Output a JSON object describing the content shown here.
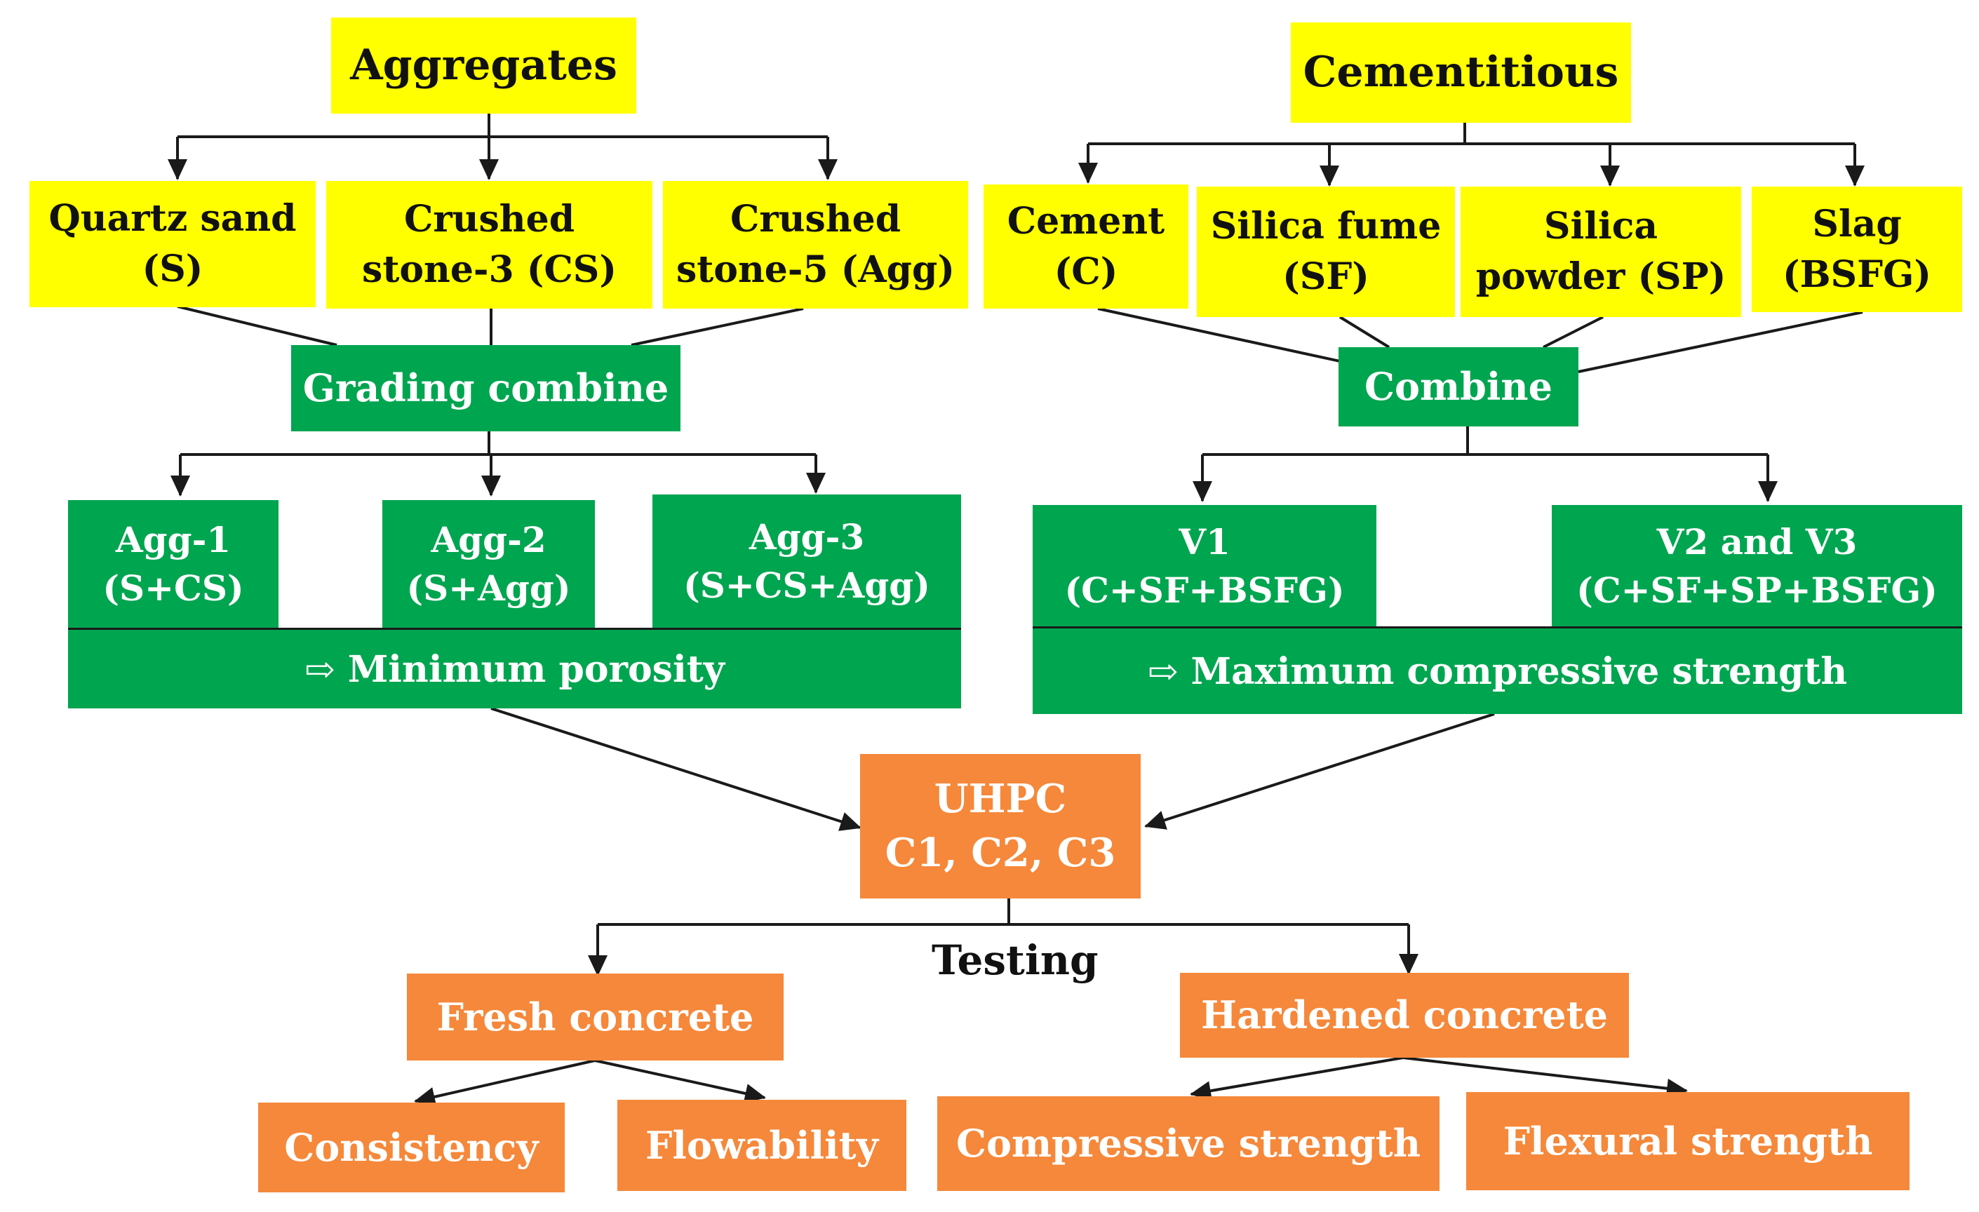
{
  "aggregates": {
    "title": "Aggregates",
    "items": [
      {
        "line1": "Quartz sand",
        "line2": "(S)"
      },
      {
        "line1": "Crushed",
        "line2": "stone-3 (CS)"
      },
      {
        "line1": "Crushed",
        "line2": "stone-5 (Agg)"
      }
    ],
    "combine": "Grading combine",
    "results": [
      {
        "line1": "Agg-1",
        "line2": "(S+CS)"
      },
      {
        "line1": "Agg-2",
        "line2": "(S+Agg)"
      },
      {
        "line1": "Agg-3",
        "line2": "(S+CS+Agg)"
      }
    ],
    "criterion": "⇨ Minimum porosity"
  },
  "cementitious": {
    "title": "Cementitious",
    "items": [
      {
        "line1": "Cement",
        "line2": "(C)"
      },
      {
        "line1": "Silica fume",
        "line2": "(SF)"
      },
      {
        "line1": "Silica",
        "line2": "powder (SP)"
      },
      {
        "line1": "Slag",
        "line2": "(BSFG)"
      }
    ],
    "combine": "Combine",
    "results": [
      {
        "line1": "V1",
        "line2": "(C+SF+BSFG)"
      },
      {
        "line1": "V2 and V3",
        "line2": "(C+SF+SP+BSFG)"
      }
    ],
    "criterion": "⇨ Maximum compressive strength"
  },
  "uhpc": {
    "line1": "UHPC",
    "line2": "C1, C2, C3"
  },
  "testing_label": "Testing",
  "fresh": {
    "title": "Fresh concrete",
    "tests": [
      "Consistency",
      "Flowability"
    ]
  },
  "hardened": {
    "title": "Hardened concrete",
    "tests": [
      "Compressive strength",
      "Flexural strength"
    ]
  },
  "colors": {
    "yellow": "#ffff00",
    "green": "#00a550",
    "orange": "#f5883a",
    "line": "#1a1a1a"
  }
}
